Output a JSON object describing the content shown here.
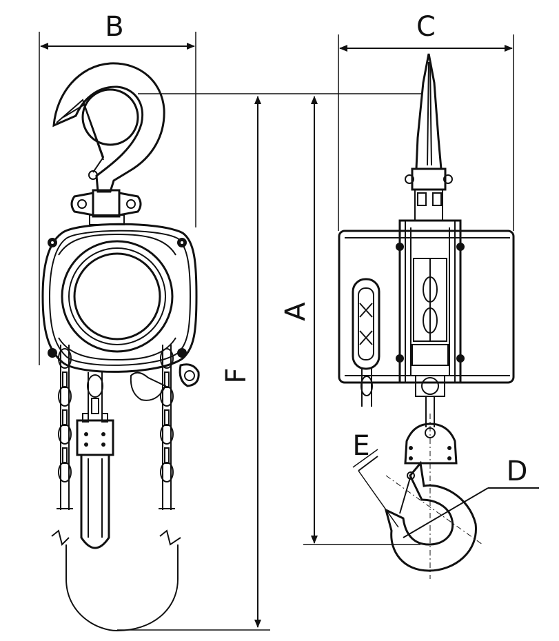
{
  "labels": {
    "a": "A",
    "b": "B",
    "c": "C",
    "d": "D",
    "e": "E",
    "f": "F"
  },
  "colors": {
    "line": "#111111",
    "background": "#ffffff"
  }
}
